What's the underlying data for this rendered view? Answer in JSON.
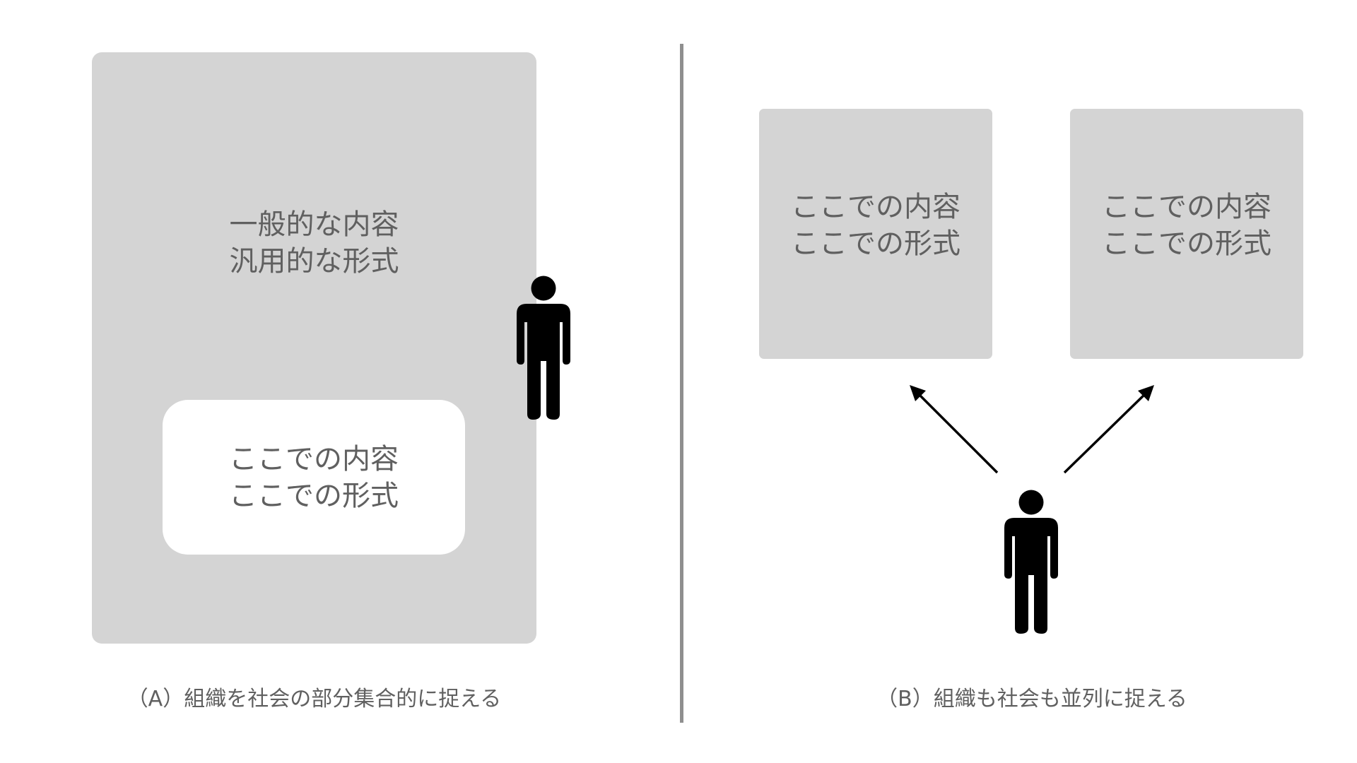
{
  "diagram": {
    "panel_a": {
      "outer_box": {
        "text": "一般的な内容\n汎用的な形式",
        "fill": "#d4d4d4"
      },
      "inner_box": {
        "text": "ここでの内容\nここでの形式",
        "fill": "#ffffff"
      },
      "person_icon": "person-icon",
      "caption": "（A）組織を社会の部分集合的に捉える"
    },
    "panel_b": {
      "boxes": [
        {
          "text": "ここでの内容\nここでの形式",
          "fill": "#d4d4d4"
        },
        {
          "text": "ここでの内容\nここでの形式",
          "fill": "#d4d4d4"
        }
      ],
      "arrows": [
        "arrow-up-left",
        "arrow-up-right"
      ],
      "person_icon": "person-icon",
      "caption": "（B）組織も社会も並列に捉える"
    },
    "divider_color": "#8f8f8f",
    "text_color": "#606060"
  }
}
